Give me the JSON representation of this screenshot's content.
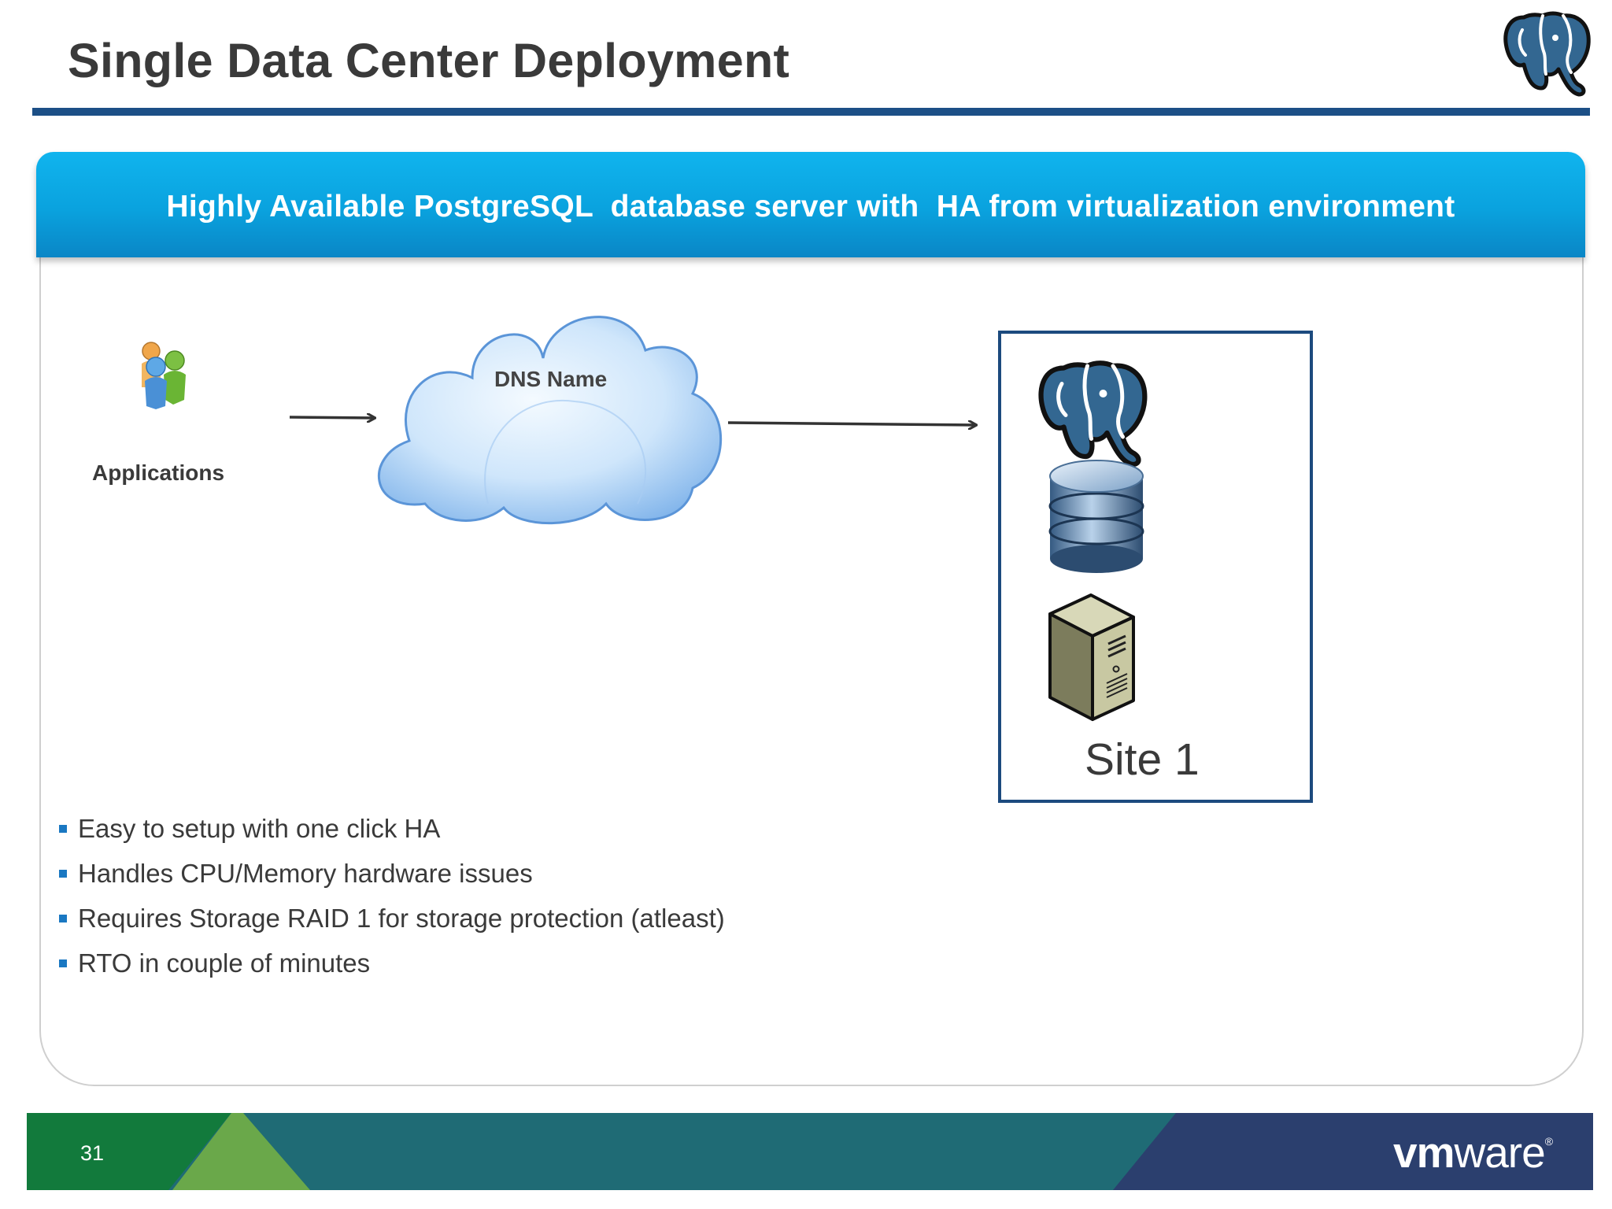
{
  "slide": {
    "title": "Single Data Center Deployment",
    "banner": "Highly Available PostgreSQL  database server with  HA from virtualization environment"
  },
  "diagram": {
    "applications_label": "Applications",
    "dns_label": "DNS Name",
    "site_label": "Site 1"
  },
  "bullets": [
    "Easy to setup with one click HA",
    "Handles CPU/Memory hardware issues",
    "Requires Storage RAID 1 for storage protection (atleast)",
    "RTO in couple of minutes"
  ],
  "footer": {
    "page_number": "31",
    "brand_vm": "vm",
    "brand_ware": "ware",
    "brand_mark": "®"
  },
  "colors": {
    "title_rule": "#1c4f86",
    "banner": "#0aa2de",
    "bullet": "#1a78c2",
    "footer_green": "#127a3c",
    "footer_teal": "#1f6b75",
    "footer_navy": "#2b3f6e"
  },
  "icons": {
    "corner_logo": "postgresql-elephant-icon",
    "applications": "users-icon",
    "dns": "cloud-icon",
    "site_stack": [
      "postgresql-elephant-icon",
      "database-icon",
      "server-tower-icon"
    ]
  }
}
